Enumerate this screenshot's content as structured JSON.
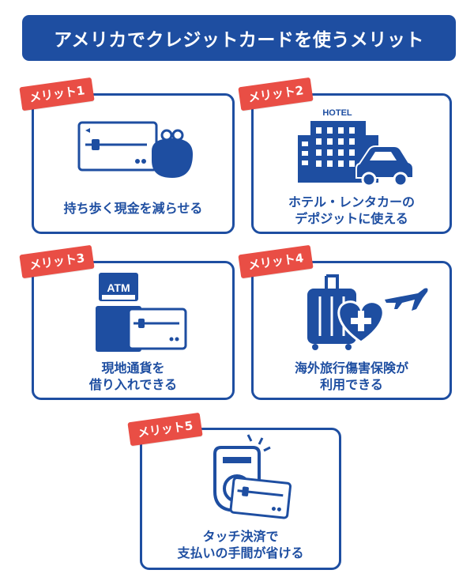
{
  "title": "アメリカでクレジットカードを使うメリット",
  "colors": {
    "brand_blue": "#1e4ea1",
    "tag_red": "#e94e45"
  },
  "merits": [
    {
      "tag": "メリット1",
      "icon": "card-and-coin-purse-icon",
      "lines": [
        "持ち歩く現金を減らせる"
      ]
    },
    {
      "tag": "メリット2",
      "icon": "hotel-and-car-icon",
      "hotel_sign": "HOTEL",
      "lines": [
        "ホテル・レンタカーの",
        "デポジットに使える"
      ]
    },
    {
      "tag": "メリット3",
      "icon": "atm-and-card-icon",
      "atm_label": "ATM",
      "lines": [
        "現地通貨を",
        "借り入れできる"
      ]
    },
    {
      "tag": "メリット4",
      "icon": "suitcase-heart-airplane-icon",
      "lines": [
        "海外旅行傷害保険が",
        "利用できる"
      ]
    },
    {
      "tag": "メリット5",
      "icon": "touch-payment-icon",
      "lines": [
        "タッチ決済で",
        "支払いの手間が省ける"
      ]
    }
  ]
}
